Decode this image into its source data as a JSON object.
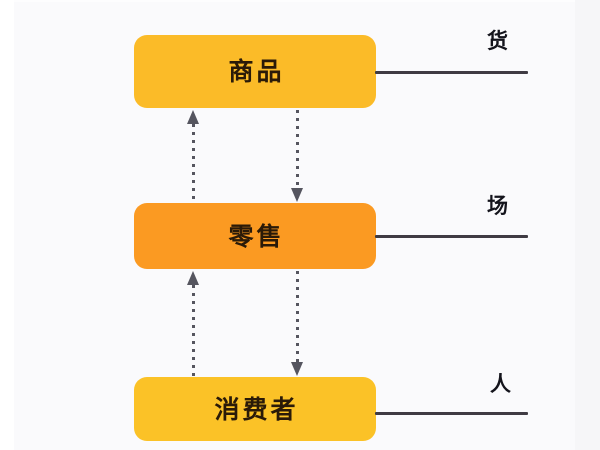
{
  "diagram": {
    "background_color": "#fafafc",
    "nodes": [
      {
        "id": "product",
        "label": "商品",
        "color": "#fbbb28",
        "side_label": "货",
        "side_line": true
      },
      {
        "id": "retail",
        "label": "零售",
        "color": "#fb9a22",
        "side_label": "场",
        "side_line": true
      },
      {
        "id": "consumer",
        "label": "消费者",
        "color": "#fbc227",
        "side_label": "人",
        "side_line": true
      }
    ],
    "connectors": [
      {
        "id": "retail-to-product",
        "from": "retail",
        "to": "product",
        "style": "dotted",
        "direction": "up",
        "color": "#55555f"
      },
      {
        "id": "product-to-retail",
        "from": "product",
        "to": "retail",
        "style": "dotted",
        "direction": "down",
        "color": "#55555f"
      },
      {
        "id": "consumer-to-retail",
        "from": "consumer",
        "to": "retail",
        "style": "dotted",
        "direction": "up",
        "color": "#55555f"
      },
      {
        "id": "retail-to-consumer",
        "from": "retail",
        "to": "consumer",
        "style": "dotted",
        "direction": "down",
        "color": "#55555f"
      }
    ],
    "leader_line_color": "#3f3b43",
    "side_label_color": "#14141c",
    "node_text_color": "#2a1a08"
  }
}
